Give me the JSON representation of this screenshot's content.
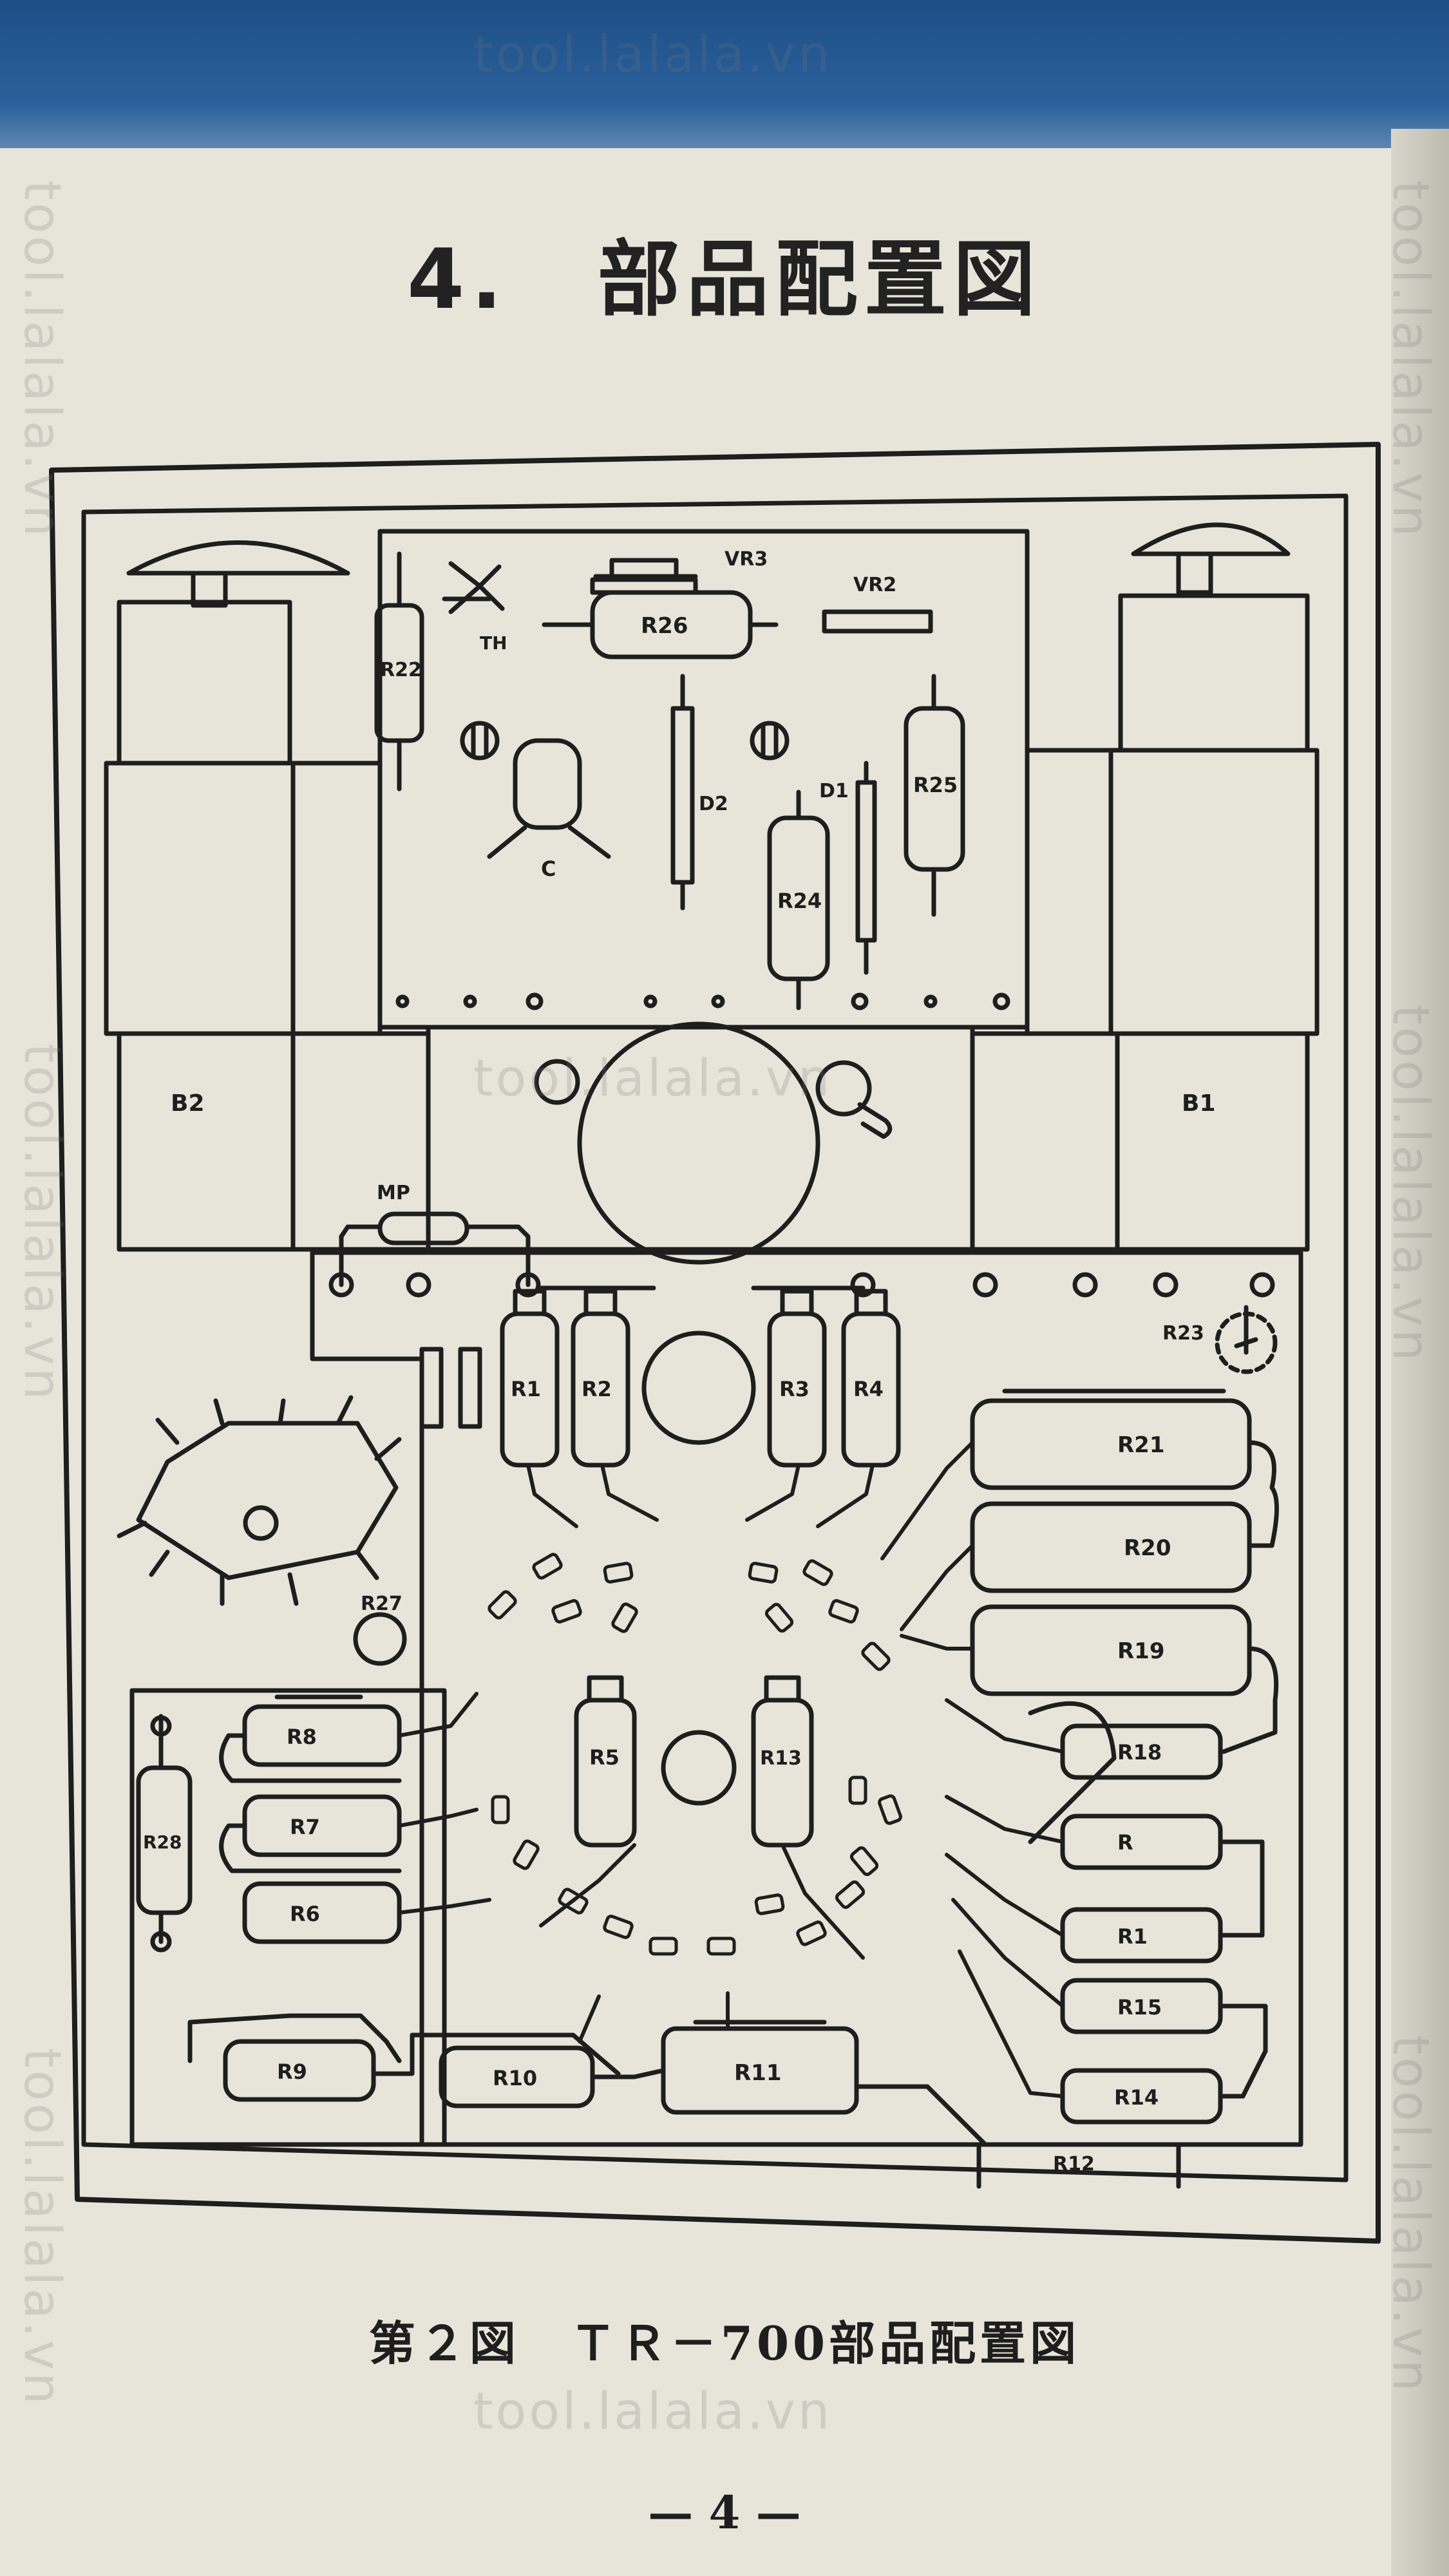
{
  "header": {
    "title": "4.　部品配置図"
  },
  "figure": {
    "caption": "第２図　ＴＲ－700部品配置図",
    "labels": {
      "vr3": "VR3",
      "vr2": "VR2",
      "r26": "R26",
      "r22": "R22",
      "th": "TH",
      "c": "C",
      "d2": "D2",
      "d1": "D1",
      "r25": "R25",
      "r24": "R24",
      "b2": "B2",
      "b1": "B1",
      "mp": "MP",
      "r1a": "R1",
      "r2": "R2",
      "r3": "R3",
      "r4": "R4",
      "r23": "R23",
      "r21": "R21",
      "r20": "R20",
      "r19": "R19",
      "r18": "R18",
      "r": "R",
      "r1b": "R1",
      "r15": "R15",
      "r14": "R14",
      "r12": "R12",
      "r27": "R27",
      "r8": "R8",
      "r7": "R7",
      "r6": "R6",
      "r28": "R28",
      "r5": "R5",
      "r13": "R13",
      "r9": "R9",
      "r10": "R10",
      "r11": "R11"
    }
  },
  "footer": {
    "page_number": "— 4 —"
  },
  "watermark": {
    "text": "tool.lalala.vn"
  }
}
